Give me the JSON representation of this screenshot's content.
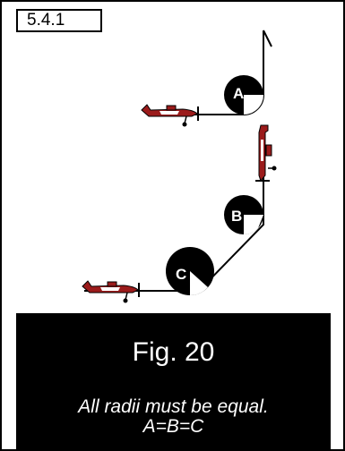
{
  "figure_label": "5.4.1",
  "figure_title": "Fig. 20",
  "note_line1": "All radii must be equal.",
  "note_line2": "A=B=C",
  "markers": [
    {
      "letter": "A"
    },
    {
      "letter": "B"
    },
    {
      "letter": "C"
    }
  ],
  "colors": {
    "plane_red": "#9b1b1b",
    "plane_white": "#ffffff",
    "ink": "#000000"
  }
}
